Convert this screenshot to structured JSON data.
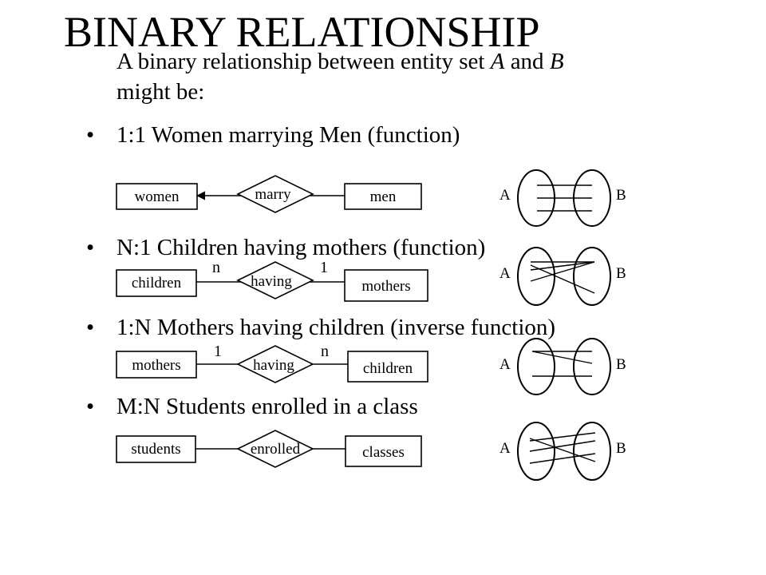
{
  "slide": {
    "title": "BINARY RELATIONSHIP",
    "intro_line1": "A binary relationship between entity set ",
    "intro_a": "A",
    "intro_and": " and ",
    "intro_b": "B",
    "intro_line2": "might be:",
    "bullet_glyph": "•"
  },
  "relationships": [
    {
      "bullet": "1:1 Women marrying Men (function)",
      "left_entity": "women",
      "relation": "marry",
      "right_entity": "men",
      "left_card": "",
      "right_card": "",
      "set_a": "A",
      "set_b": "B"
    },
    {
      "bullet": "N:1 Children having mothers (function)",
      "left_entity": "children",
      "relation": "having",
      "right_entity": "mothers",
      "left_card": "n",
      "right_card": "1",
      "set_a": "A",
      "set_b": "B"
    },
    {
      "bullet": "1:N Mothers having children (inverse function)",
      "left_entity": "mothers",
      "relation": "having",
      "right_entity": "children",
      "left_card": "1",
      "right_card": "n",
      "set_a": "A",
      "set_b": "B"
    },
    {
      "bullet": "M:N Students enrolled in a class",
      "left_entity": "students",
      "relation": "enrolled",
      "right_entity": "classes",
      "left_card": "",
      "right_card": "",
      "set_a": "A",
      "set_b": "B"
    }
  ]
}
